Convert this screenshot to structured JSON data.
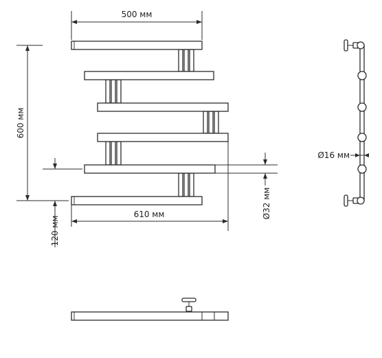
{
  "dimensions": {
    "top_width": "500 мм",
    "total_height": "600 мм",
    "bottom_width": "610 мм",
    "side_offset": "120 мм",
    "bar_diameter": "Ø32 мм",
    "post_diameter": "Ø16 мм"
  },
  "colors": {
    "stroke": "#2b2b2b",
    "background": "#ffffff"
  }
}
